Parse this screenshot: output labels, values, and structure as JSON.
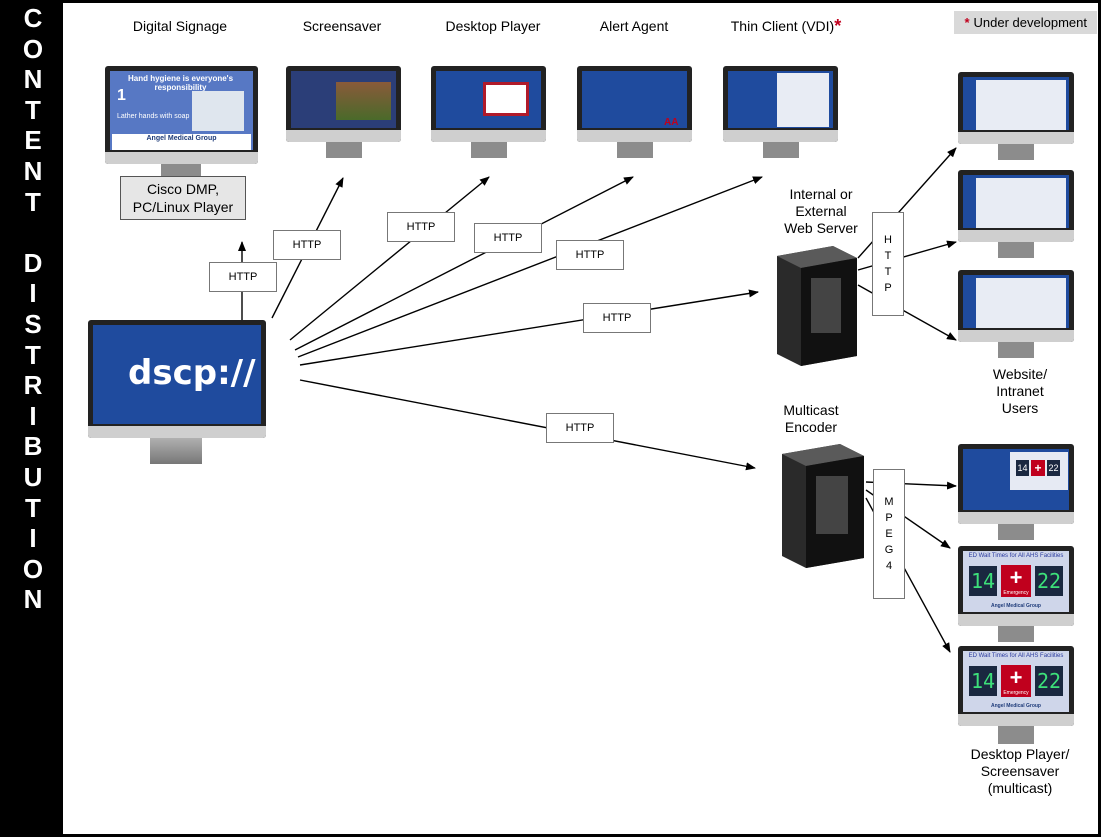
{
  "sidebar_letters": [
    "C",
    "O",
    "N",
    "T",
    "E",
    "N",
    "T",
    "",
    "D",
    "I",
    "S",
    "T",
    "R",
    "I",
    "B",
    "U",
    "T",
    "I",
    "O",
    "N"
  ],
  "note": {
    "star": "*",
    "text": "Under development"
  },
  "top_labels": {
    "digital_signage": "Digital Signage",
    "screensaver": "Screensaver",
    "desktop_player": "Desktop Player",
    "alert_agent": "Alert Agent",
    "thin_client": "Thin Client (VDI)",
    "thin_client_star": "*"
  },
  "cisco_box": {
    "line1": "Cisco DMP,",
    "line2": "PC/Linux Player"
  },
  "source_monitor": {
    "text": "dscp://"
  },
  "signage_screen": {
    "headline": "Hand hygiene is everyone's responsibility",
    "step": "1",
    "caption": "Lather hands with soap",
    "footer": "Angel Medical Group"
  },
  "alert_screen": {
    "text": "AA"
  },
  "multicast_screen": {
    "left_value": "14",
    "right_value": "22",
    "title": "ED Wait Times for All AHS Facilities",
    "center_label": "Emergency",
    "footer": "Angel Medical Group"
  },
  "http_label": "HTTP",
  "web_server": {
    "line1": "Internal or",
    "line2": "External",
    "line3": "Web Server"
  },
  "multicast_encoder": {
    "line1": "Multicast",
    "line2": "Encoder"
  },
  "vertical_http": [
    "H",
    "T",
    "T",
    "P"
  ],
  "vertical_mpeg": [
    "M",
    "P",
    "E",
    "G",
    "4"
  ],
  "website_users": {
    "line1": "Website/",
    "line2": "Intranet",
    "line3": "Users"
  },
  "desktop_multicast": {
    "line1": "Desktop Player/",
    "line2": "Screensaver",
    "line3": "(multicast)"
  },
  "colors": {
    "screen_blue": "#1f4b9e",
    "alert_red": "#c0001d",
    "emergency_red": "#c0001d",
    "digit_green": "#3de07a"
  }
}
